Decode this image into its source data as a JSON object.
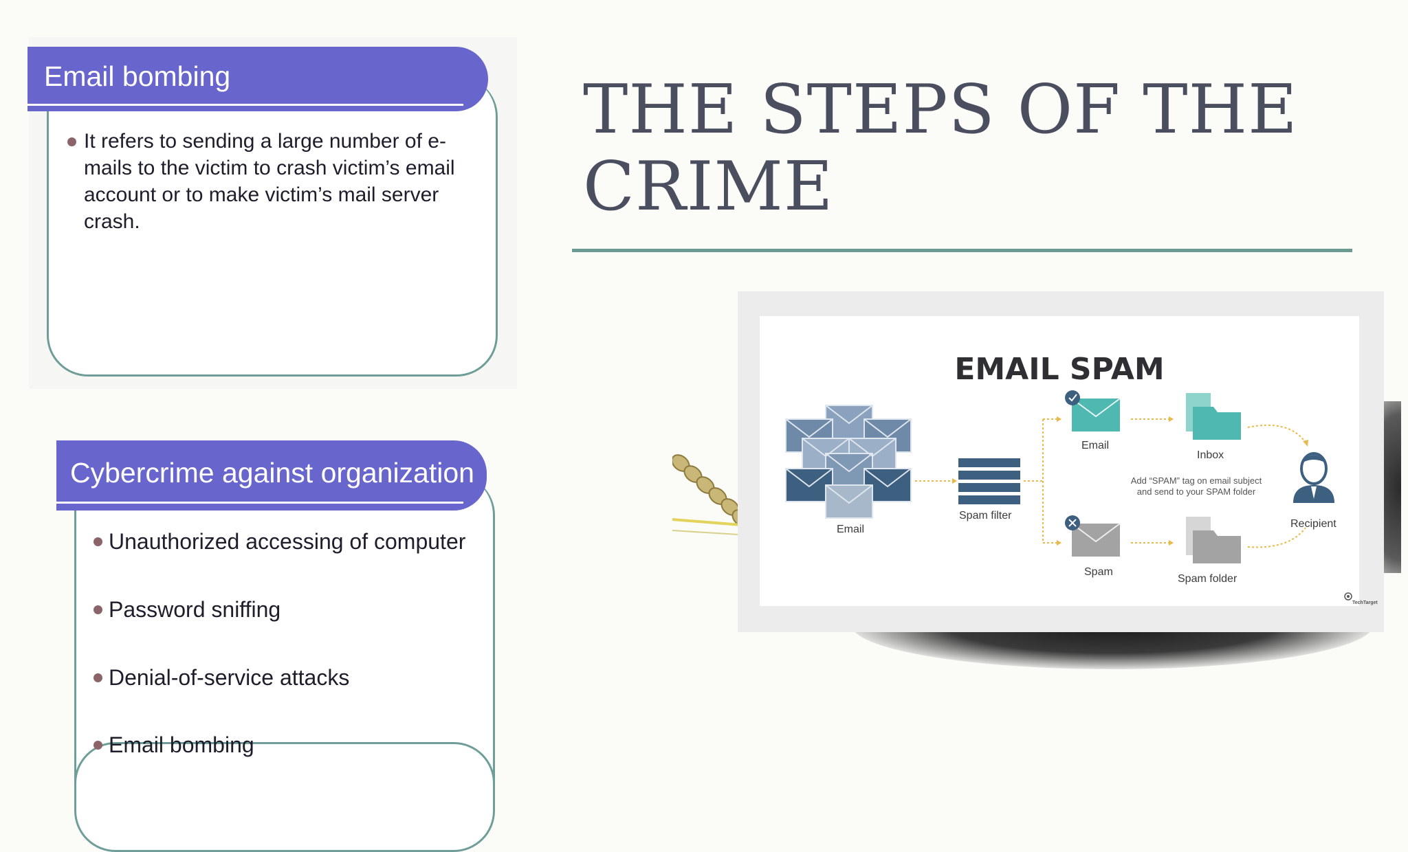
{
  "card1": {
    "header": "Email bombing",
    "bullets": [
      "It refers to sending a large number of e-mails to the victim to crash victim’s email account or to make victim’s mail server crash."
    ]
  },
  "card2": {
    "header": "Cybercrime against organization",
    "bullets": [
      "Unauthorized accessing of computer",
      "Password sniffing",
      "Denial-of-service attacks",
      "Email bombing"
    ]
  },
  "slide": {
    "title": "THE STEPS OF THE CRIME"
  },
  "diagram": {
    "title": "EMAIL SPAM",
    "email_stack_label": "Email",
    "spam_filter_label": "Spam filter",
    "email_label": "Email",
    "inbox_label": "Inbox",
    "spam_label": "Spam",
    "spam_folder_label": "Spam folder",
    "recipient_label": "Recipient",
    "note_line1": "Add “SPAM” tag on email subject",
    "note_line2": "and send to your SPAM folder",
    "brand": "TechTarget"
  },
  "colors": {
    "header_purple": "#6865cc",
    "border_teal": "#6f9e98",
    "bullet_dot": "#8a6468",
    "title_text": "#4a4e5e",
    "accent_teal": "#4fb8b0",
    "spam_gray": "#9a9a9a",
    "envelope_navy": "#3d5f80"
  }
}
